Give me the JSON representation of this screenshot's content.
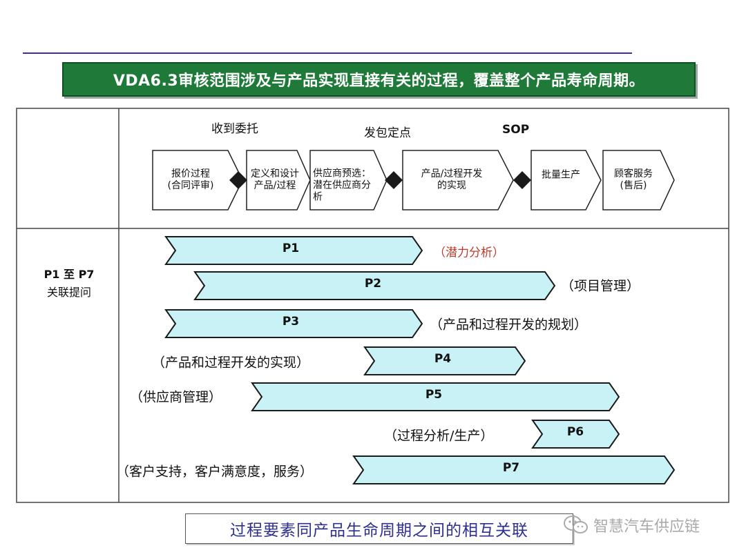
{
  "title": "VDA6.3审核范围涉及与产品实现直接有关的过程，覆盖整个产品寿命周期。",
  "milestones": [
    "收到委托",
    "发包定点",
    "SOP"
  ],
  "phases": [
    [
      "报价过程",
      "(合同评审)"
    ],
    [
      "定义和设计",
      "产品/过程"
    ],
    [
      "供应商预选：",
      "潜在供应商分",
      "析"
    ],
    [
      "产品/过程开发",
      "的实现"
    ],
    [
      "批量生产"
    ],
    [
      "顾客服务",
      "(售后)"
    ]
  ],
  "side_label": [
    "P1 至 P7",
    "关联提问"
  ],
  "process_bars": [
    {
      "label": "P1",
      "note": "（潜力分析）"
    },
    {
      "label": "P2",
      "note": "（项目管理）"
    },
    {
      "label": "P3",
      "note": "（产品和过程开发的规划）"
    },
    {
      "label": "P4",
      "note": "（产品和过程开发的实现）"
    },
    {
      "label": "P5",
      "note": "（供应商管理）"
    },
    {
      "label": "P6",
      "note": "（过程分析/生产）"
    },
    {
      "label": "P7",
      "note": "（客户支持，客户满意度，服务）"
    }
  ],
  "caption": "过程要素同产品生命周期之间的相互关联",
  "watermark": "智慧汽车供应链",
  "colors": {
    "banner_bg": "#1f7a3a",
    "bar_fill": "#c8f2f6",
    "bar_stroke": "#1a1a1a",
    "caption_text": "#2e2f8f",
    "highlight_text": "#c0392b",
    "rule": "#4b2a7d"
  }
}
